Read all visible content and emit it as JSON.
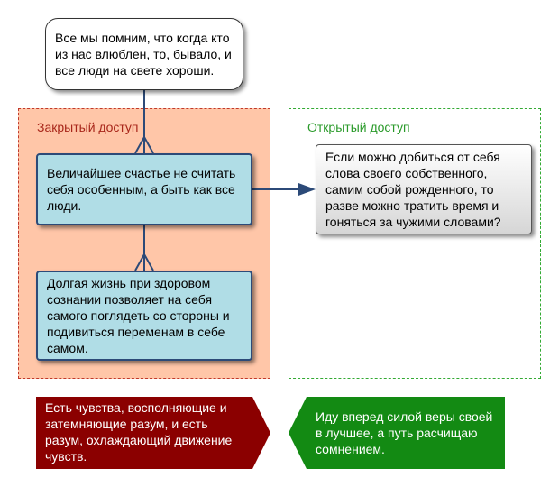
{
  "panels": {
    "closed": {
      "label": "Закрытый доступ"
    },
    "open": {
      "label": "Открытый доступ"
    }
  },
  "nodes": {
    "quote": "Все мы помним, что когда кто из нас влюблен, то, бывало, и все люди на свете хороши.",
    "happiness": "Величайшее счастье не считать себя особенным, а быть как все люди.",
    "long_life": "Долгая жизнь при здоровом сознании позволяет на себя самого поглядеть со стороны и подивиться переменам в себе самом.",
    "self_born": "Если можно добиться от себя слова своего собственного, самим собой рожденного, то разве можно тратить время и гоняться за чужими словами?"
  },
  "banners": {
    "feelings": "Есть чувства, восполняющие и затемняющие разум, и есть разум, охлаждающий движение чувств.",
    "faith": "Иду вперед силой веры своей в лучшее, а путь расчищаю сомнением."
  },
  "colors": {
    "closed_panel_fill": "#ffc6a8",
    "closed_panel_border": "#c0392b",
    "open_panel_border": "#33aa33",
    "node_blue_fill": "#b0dde6",
    "node_blue_border": "#2c4a78",
    "banner_red": "#8b0000",
    "banner_green": "#138a13"
  }
}
